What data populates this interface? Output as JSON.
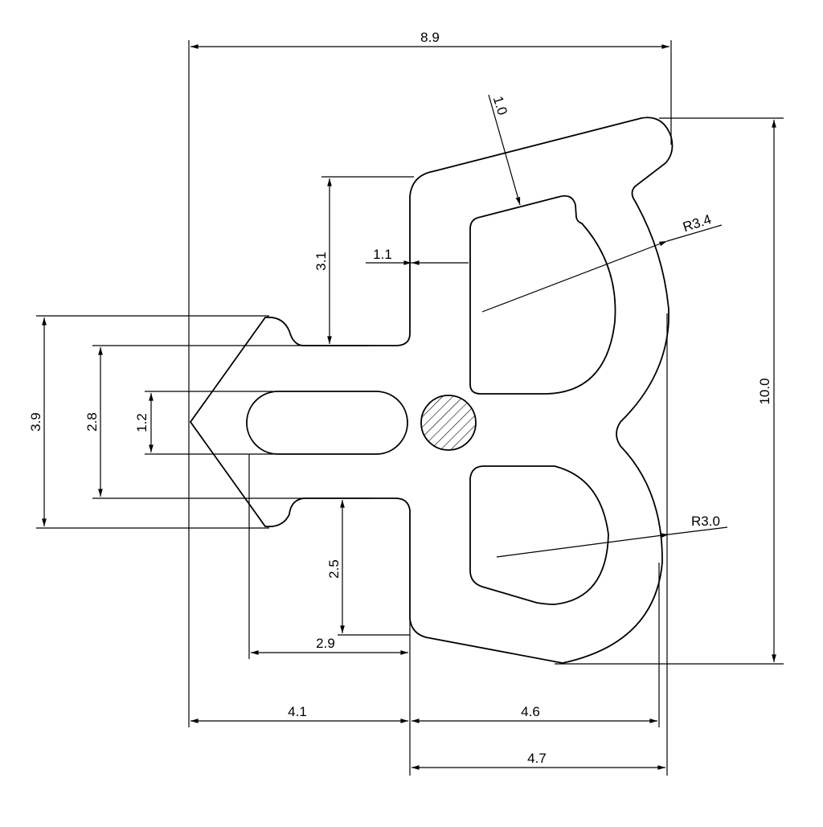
{
  "drawing": {
    "title": "Seal profile cross-section",
    "dimensions": {
      "overall_width": "8.9",
      "overall_height": "10.0",
      "top_thickness": "1.0",
      "upper_wall": "1.1",
      "upper_radius": "R3.4",
      "lower_radius": "R3.0",
      "upper_stem": "3.1",
      "lower_stem": "2.5",
      "outer_fin_height": "3.9",
      "inner_fin_height": "2.8",
      "slot_height": "1.2",
      "slot_length": "2.9",
      "left_width": "4.1",
      "right_width_a": "4.6",
      "right_width_b": "4.7"
    }
  }
}
